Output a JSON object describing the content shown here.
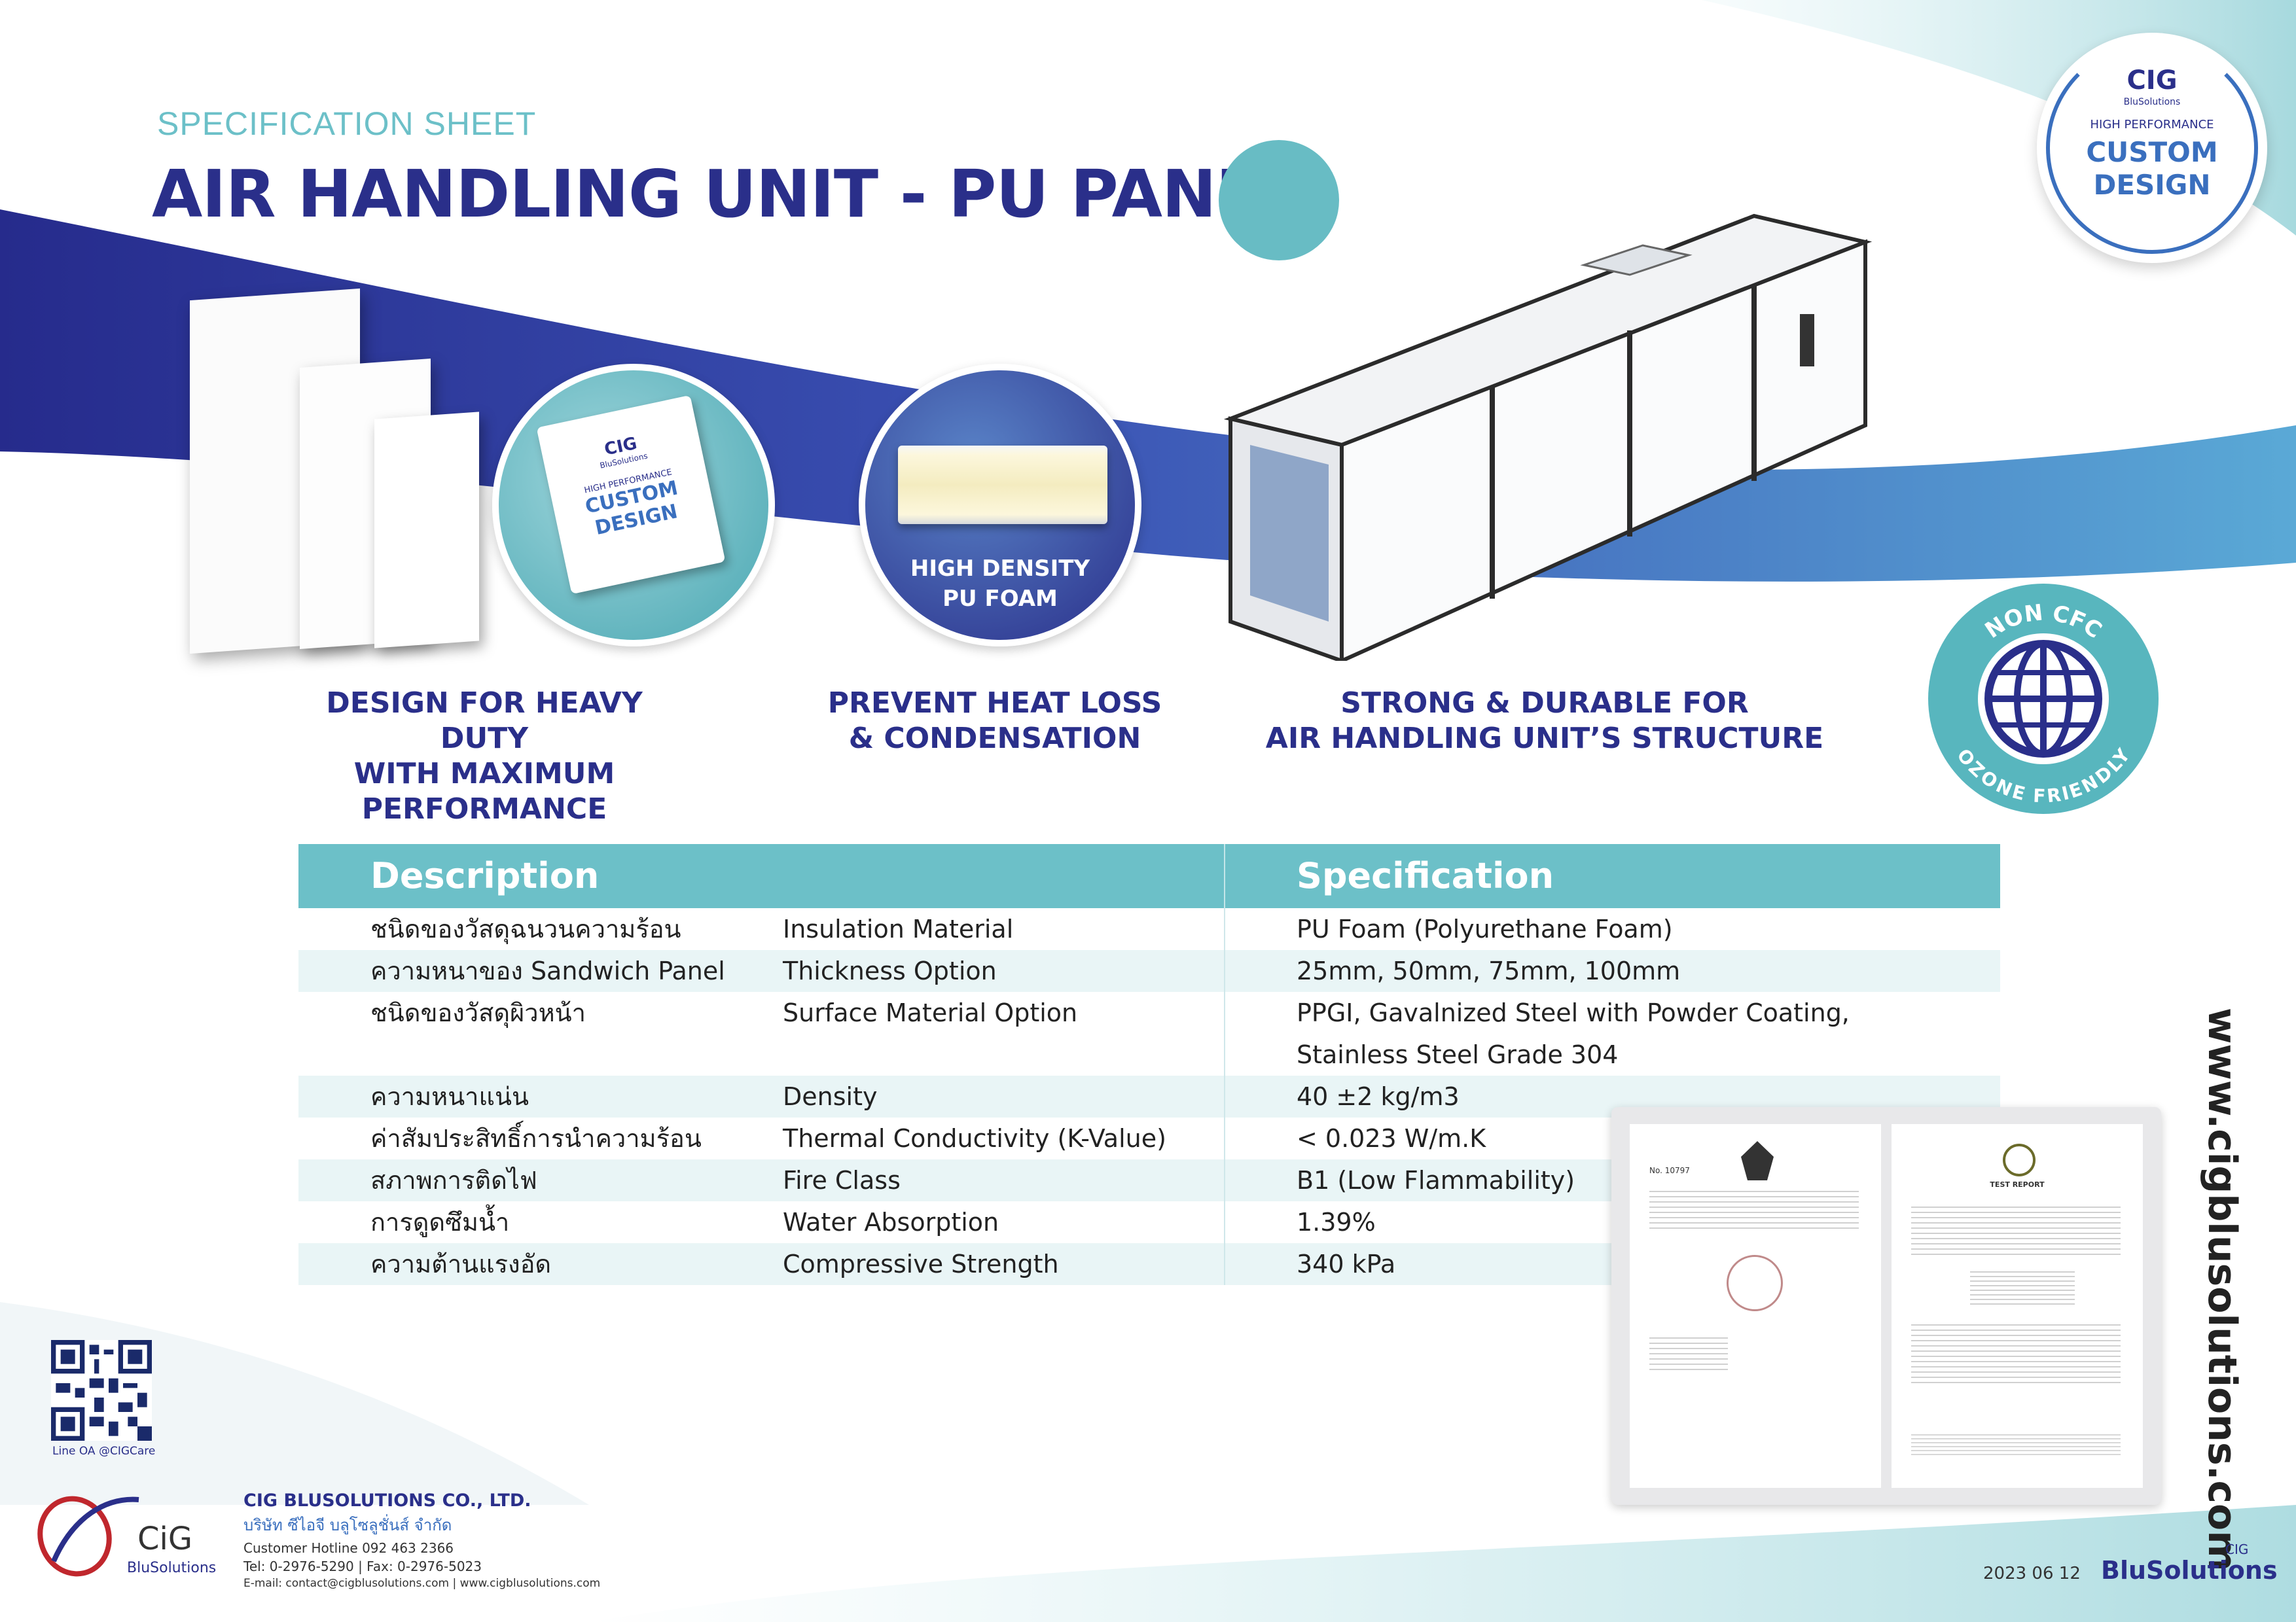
{
  "header": {
    "subtitle": "SPECIFICATION SHEET",
    "title": "AIR HANDLING UNIT - PU PANEL"
  },
  "badge": {
    "brand": "CIG",
    "brand_sub": "BluSolutions",
    "line1": "HIGH PERFORMANCE",
    "line2": "CUSTOM",
    "line3": "DESIGN"
  },
  "features": {
    "panel_logo": {
      "brand": "CIG",
      "sub": "BluSolutions",
      "line1": "HIGH PERFORMANCE",
      "line2": "CUSTOM",
      "line3": "DESIGN"
    },
    "foam_label_1": "HIGH DENSITY",
    "foam_label_2": "PU FOAM",
    "cap1": [
      "DESIGN FOR HEAVY DUTY",
      "WITH MAXIMUM",
      "PERFORMANCE"
    ],
    "cap2": [
      "PREVENT HEAT LOSS",
      "& CONDENSATION"
    ],
    "cap3": [
      "STRONG & DURABLE FOR",
      "AIR HANDLING UNIT’S STRUCTURE"
    ]
  },
  "cfc_badge": {
    "top": "NON CFC",
    "bottom": "OZONE FRIENDLY"
  },
  "table": {
    "col_description": "Description",
    "col_specification": "Specification",
    "rows": [
      {
        "thai": "ชนิดของวัสดุฉนวนความร้อน",
        "en": "Insulation Material",
        "spec": "PU Foam (Polyurethane Foam)",
        "spec2": ""
      },
      {
        "thai": "ความหนาของ Sandwich Panel",
        "en": "Thickness Option",
        "spec": "25mm, 50mm, 75mm, 100mm",
        "spec2": ""
      },
      {
        "thai": "ชนิดของวัสดุผิวหน้า",
        "en": "Surface Material Option",
        "spec": "PPGI, Gavalnized Steel with Powder Coating,",
        "spec2": "Stainless Steel Grade 304"
      },
      {
        "thai": "ความหนาแน่น",
        "en": "Density",
        "spec": "40 ±2 kg/m3",
        "spec2": ""
      },
      {
        "thai": "ค่าสัมประสิทธิ์การนำความร้อน",
        "en": "Thermal Conductivity (K-Value)",
        "spec": "< 0.023 W/m.K",
        "spec2": ""
      },
      {
        "thai": "สภาพการติดไฟ",
        "en": "Fire Class",
        "spec": "B1 (Low Flammability)",
        "spec2": ""
      },
      {
        "thai": "การดูดซึมน้ำ",
        "en": "Water Absorption",
        "spec": "1.39%",
        "spec2": ""
      },
      {
        "thai": "ความต้านแรงอัด",
        "en": "Compressive Strength",
        "spec": "340 kPa",
        "spec2": ""
      }
    ]
  },
  "certificate": {
    "left_no": "No. 10797",
    "right_title": "TEST REPORT"
  },
  "footer": {
    "qr_label": "Line OA @CIGCare",
    "logo_brand": "CiG",
    "logo_sub": "BluSolutions",
    "company_name": "CIG BLUSOLUTIONS CO., LTD.",
    "company_thai": "บริษัท ซีไอจี บลูโซลูชั่นส์ จำกัด",
    "hotline": "Customer Hotline 092 463 2366",
    "tel": "Tel: 0-2976-5290 | Fax: 0-2976-5023",
    "email": "E-mail: contact@cigblusolutions.com | www.cigblusolutions.com",
    "website_vertical": "www.cigblusolutions.com",
    "date": "2023 06 12",
    "brand_small": "CIG",
    "brand_bottom": "BluSolutions"
  },
  "colors": {
    "navy": "#2a2f8a",
    "teal": "#6cc0c8",
    "light_teal": "#e9f5f6"
  }
}
